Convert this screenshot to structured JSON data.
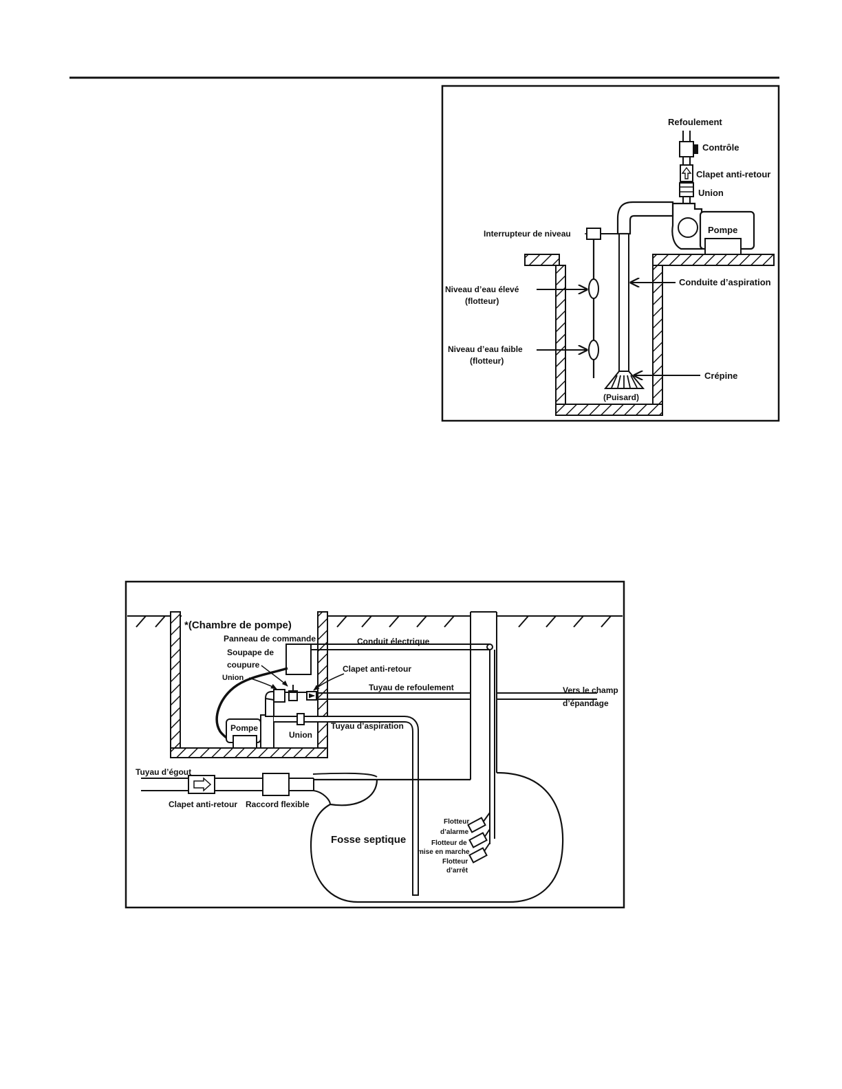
{
  "figure1": {
    "labels": {
      "discharge": "Refoulement",
      "control": "Contrôle",
      "check_valve": "Clapet anti-retour",
      "union": "Union",
      "pump": "Pompe",
      "level_switch": "Interrupteur de niveau",
      "high_level": "Niveau d’eau élevé",
      "high_level_sub": "(flotteur)",
      "low_level": "Niveau d’eau faible",
      "low_level_sub": "(flotteur)",
      "suction_line": "Conduite d’aspiration",
      "strainer": "Crépine",
      "sump": "(Puisard)"
    }
  },
  "figure2": {
    "labels": {
      "pump_chamber": "*(Chambre de pompe)",
      "control_panel": "Panneau de commande",
      "shutoff_valve_1": "Soupape de",
      "shutoff_valve_2": "coupure",
      "union_top": "Union",
      "check_valve": "Clapet anti-retour",
      "electrical_conduit": "Conduit électrique",
      "discharge_pipe": "Tuyau de refoulement",
      "to_field_1": "Vers le champ",
      "to_field_2": "d’épandage",
      "pump": "Pompe",
      "union_bottom": "Union",
      "suction_pipe": "Tuyau d’aspiration",
      "sewer_pipe": "Tuyau d’égout",
      "sewer_check_valve": "Clapet anti-retour",
      "flexible_coupling": "Raccord flexible",
      "septic_tank": "Fosse septique",
      "alarm_float_1": "Flotteur",
      "alarm_float_2": "d’alarme",
      "start_float_1": "Flotteur de",
      "start_float_2": "mise en marche",
      "stop_float_1": "Flotteur",
      "stop_float_2": "d’arrêt"
    }
  }
}
